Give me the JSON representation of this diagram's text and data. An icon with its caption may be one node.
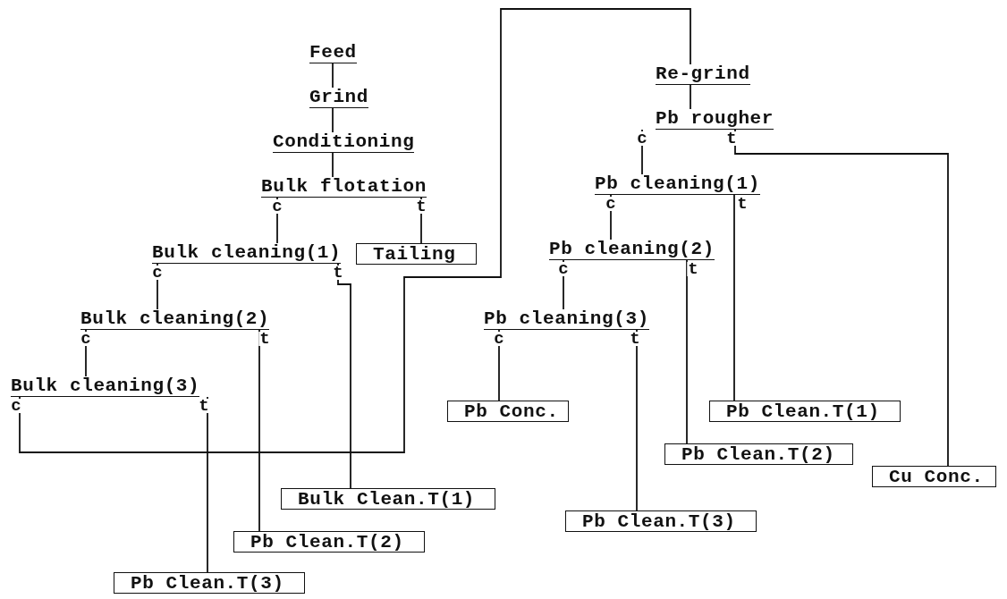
{
  "diagram": {
    "nodes": [
      {
        "text": [
          "Feed"
        ]
      },
      {
        "text": [
          "Grind"
        ]
      },
      {
        "text": [
          "Conditioning"
        ]
      },
      {
        "text": [
          "Bulk flotation"
        ]
      },
      {
        "text": [
          "Tailing"
        ]
      },
      {
        "text": [
          "Bulk cleaning(1)"
        ]
      },
      {
        "text": [
          "Bulk cleaning(2)"
        ]
      },
      {
        "text": [
          "Bulk cleaning(3)"
        ]
      },
      {
        "text": [
          "Bulk Clean.T(1)"
        ]
      },
      {
        "text": [
          "Pb Clean.T(2)"
        ]
      },
      {
        "text": [
          "Pb Clean.T(3)"
        ]
      },
      {
        "text": [
          "Re-grind"
        ]
      },
      {
        "text": [
          "Pb rougher"
        ]
      },
      {
        "text": [
          "Pb cleaning(1)"
        ]
      },
      {
        "text": [
          "Pb cleaning(2)"
        ]
      },
      {
        "text": [
          "Pb cleaning(3)"
        ]
      },
      {
        "text": [
          "Pb Conc."
        ]
      },
      {
        "text": [
          "Pb Clean.T(1)"
        ]
      },
      {
        "text": [
          "Pb Clean.T(2)"
        ]
      },
      {
        "text": [
          "Pb Clean.T(3)"
        ]
      },
      {
        "text": [
          "Cu Conc."
        ]
      }
    ],
    "edges": [
      {
        "from": 0,
        "to": 1,
        "arrow": "none"
      },
      {
        "from": 1,
        "to": 2,
        "arrow": "none"
      },
      {
        "from": 2,
        "to": 3,
        "arrow": "none"
      },
      {
        "from": 3,
        "to": 5,
        "arrow": "none",
        "label": "c"
      },
      {
        "from": 3,
        "to": 4,
        "arrow": "none",
        "label": "t"
      },
      {
        "from": 5,
        "to": 6,
        "arrow": "none",
        "label": "c"
      },
      {
        "from": 5,
        "to": 8,
        "arrow": "none",
        "label": "t"
      },
      {
        "from": 6,
        "to": 7,
        "arrow": "none",
        "label": "c"
      },
      {
        "from": 6,
        "to": 9,
        "arrow": "none",
        "label": "t"
      },
      {
        "from": 7,
        "to": 11,
        "arrow": "none",
        "label": "c"
      },
      {
        "from": 7,
        "to": 10,
        "arrow": "none",
        "label": "t"
      },
      {
        "from": 11,
        "to": 12,
        "arrow": "none"
      },
      {
        "from": 12,
        "to": 13,
        "arrow": "none",
        "label": "c"
      },
      {
        "from": 12,
        "to": 20,
        "arrow": "none",
        "label": "t"
      },
      {
        "from": 13,
        "to": 14,
        "arrow": "none",
        "label": "c"
      },
      {
        "from": 13,
        "to": 17,
        "arrow": "none",
        "label": "t"
      },
      {
        "from": 14,
        "to": 15,
        "arrow": "none",
        "label": "c"
      },
      {
        "from": 14,
        "to": 18,
        "arrow": "none",
        "label": "t"
      },
      {
        "from": 15,
        "to": 16,
        "arrow": "none",
        "label": "c"
      },
      {
        "from": 15,
        "to": 19,
        "arrow": "none",
        "label": "t"
      }
    ]
  }
}
